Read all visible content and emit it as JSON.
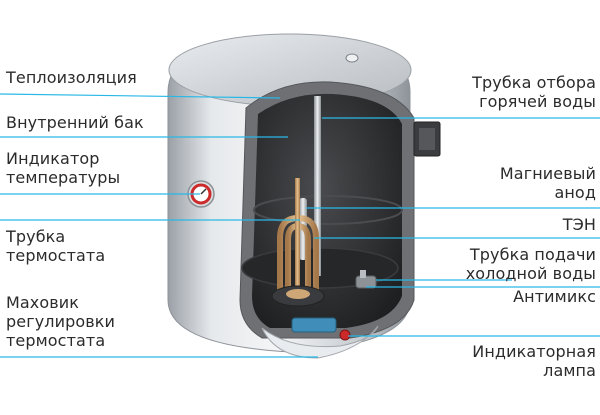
{
  "colors": {
    "leader_line": "#29b8e6",
    "body_metal": "#d3d7db",
    "tank_interior": "#2b2b2d",
    "heater_copper": "#cfa777",
    "indicator_red": "#cc2a2a"
  },
  "labels": {
    "insulation": [
      "Теплоизоляция"
    ],
    "inner_tank": [
      "Внутренний бак"
    ],
    "temp_indicator": [
      "Индикатор",
      "температуры"
    ],
    "thermostat_tube": [
      "Трубка",
      "термостата"
    ],
    "thermostat_knob": [
      "Маховик",
      "регулировки",
      "термостата"
    ],
    "hot_water_tube": [
      "Трубка отбора",
      "горячей воды"
    ],
    "magnesium_anode": [
      "Магниевый",
      "анод"
    ],
    "heating_element": [
      "ТЭН"
    ],
    "cold_water_tube": [
      "Трубка подачи",
      "холодной воды"
    ],
    "antimix": [
      "Антимикс"
    ],
    "indicator_lamp": [
      "Индикаторная",
      "лампа"
    ]
  }
}
